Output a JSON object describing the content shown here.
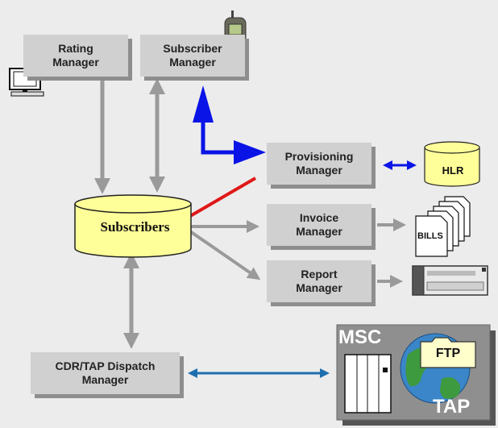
{
  "nodes": {
    "rating_manager": "Rating\nManager",
    "subscriber_manager": "Subscriber\nManager",
    "provisioning_manager": "Provisioning\nManager",
    "invoice_manager": "Invoice\nManager",
    "report_manager": "Report\nManager",
    "cdr_tap_dispatch_manager": "CDR/TAP Dispatch\nManager",
    "subscribers_db": "Subscribers",
    "hlr": "HLR",
    "bills": "BILLS",
    "msc": "MSC",
    "tap": "TAP",
    "ftp": "FTP"
  },
  "colors": {
    "background": "#ececec",
    "box_fill": "#d0d0d0",
    "box_shadow": "#8e8e8e",
    "gray_arrow": "#9a9a9a",
    "blue_arrow": "#0a14e6",
    "teal_arrow": "#1e6fb0",
    "red_line": "#e01818",
    "database_fill": "#ffff99",
    "msc_panel": "#8f8f8f"
  },
  "icons": [
    "computer-monitor-icon",
    "mobile-phone-icon",
    "bills-stack-icon",
    "printer-icon",
    "network-rack-icon",
    "globe-icon",
    "folder-icon"
  ]
}
